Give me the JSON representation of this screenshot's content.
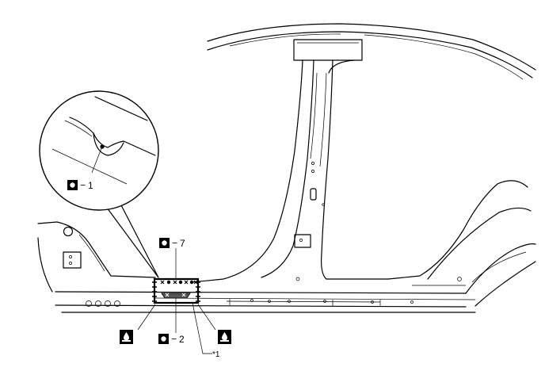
{
  "callouts": {
    "detail": {
      "symbol": "spot-weld-symbol",
      "text": "1"
    },
    "upper": {
      "symbol": "spot-weld-symbol",
      "text": "7"
    },
    "lower": {
      "symbol": "spot-weld-symbol",
      "text": "2"
    },
    "note": {
      "text": "*1"
    }
  },
  "icons": {
    "left_brazing": "brazing-symbol",
    "right_brazing": "brazing-symbol"
  }
}
